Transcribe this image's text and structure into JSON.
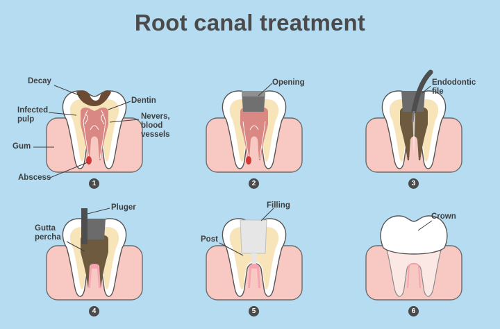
{
  "title": "Root canal treatment",
  "colors": {
    "background": "#b6dcf2",
    "gum": "#f7c9c2",
    "enamel": "#ffffff",
    "dentin": "#f7e4b8",
    "pulp": "#d98883",
    "decay": "#6b4b34",
    "filling_material": "#6e5a3e",
    "instrument": "#555555",
    "text": "#3e3e3e"
  },
  "steps": [
    {
      "number": "1",
      "labels": {
        "decay": "Decay",
        "dentin": "Dentin",
        "infected_pulp": "Infected\npulp",
        "nerves": "Nevers,\nblood\nvessels",
        "gum": "Gum",
        "abscess": "Abscess"
      }
    },
    {
      "number": "2",
      "labels": {
        "opening": "Opening"
      }
    },
    {
      "number": "3",
      "labels": {
        "file": "Endodontic\nfile"
      }
    },
    {
      "number": "4",
      "labels": {
        "pluger": "Pluger",
        "gutta": "Gutta\npercha"
      }
    },
    {
      "number": "5",
      "labels": {
        "filling": "Filling",
        "post": "Post"
      }
    },
    {
      "number": "6",
      "labels": {
        "crown": "Crown"
      }
    }
  ]
}
